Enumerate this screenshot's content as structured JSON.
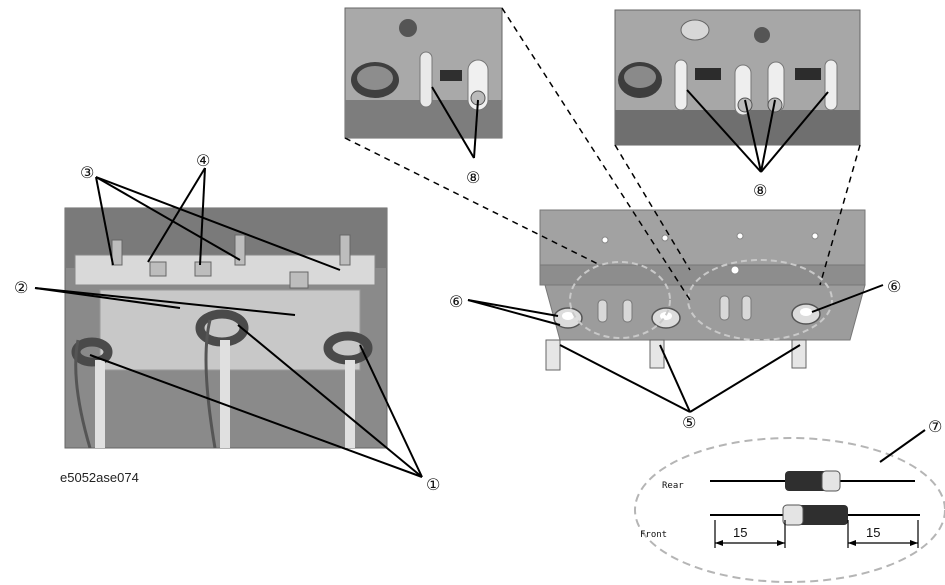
{
  "caption": "e5052ase074",
  "callouts": {
    "c1": "①",
    "c2": "②",
    "c3": "③",
    "c4": "④",
    "c5": "⑤",
    "c6a": "⑥",
    "c6b": "⑥",
    "c7": "⑦",
    "c8a": "⑧",
    "c8b": "⑧"
  },
  "diode_detail": {
    "rear_label": "Rear",
    "front_label": "Front",
    "dim_left": "15",
    "dim_right": "15"
  },
  "colors": {
    "photo_bg": "#8c8c8c",
    "bracket": "#9a9a9a",
    "leader": "#000000",
    "ellipse_dash": "#b0b0b0"
  }
}
